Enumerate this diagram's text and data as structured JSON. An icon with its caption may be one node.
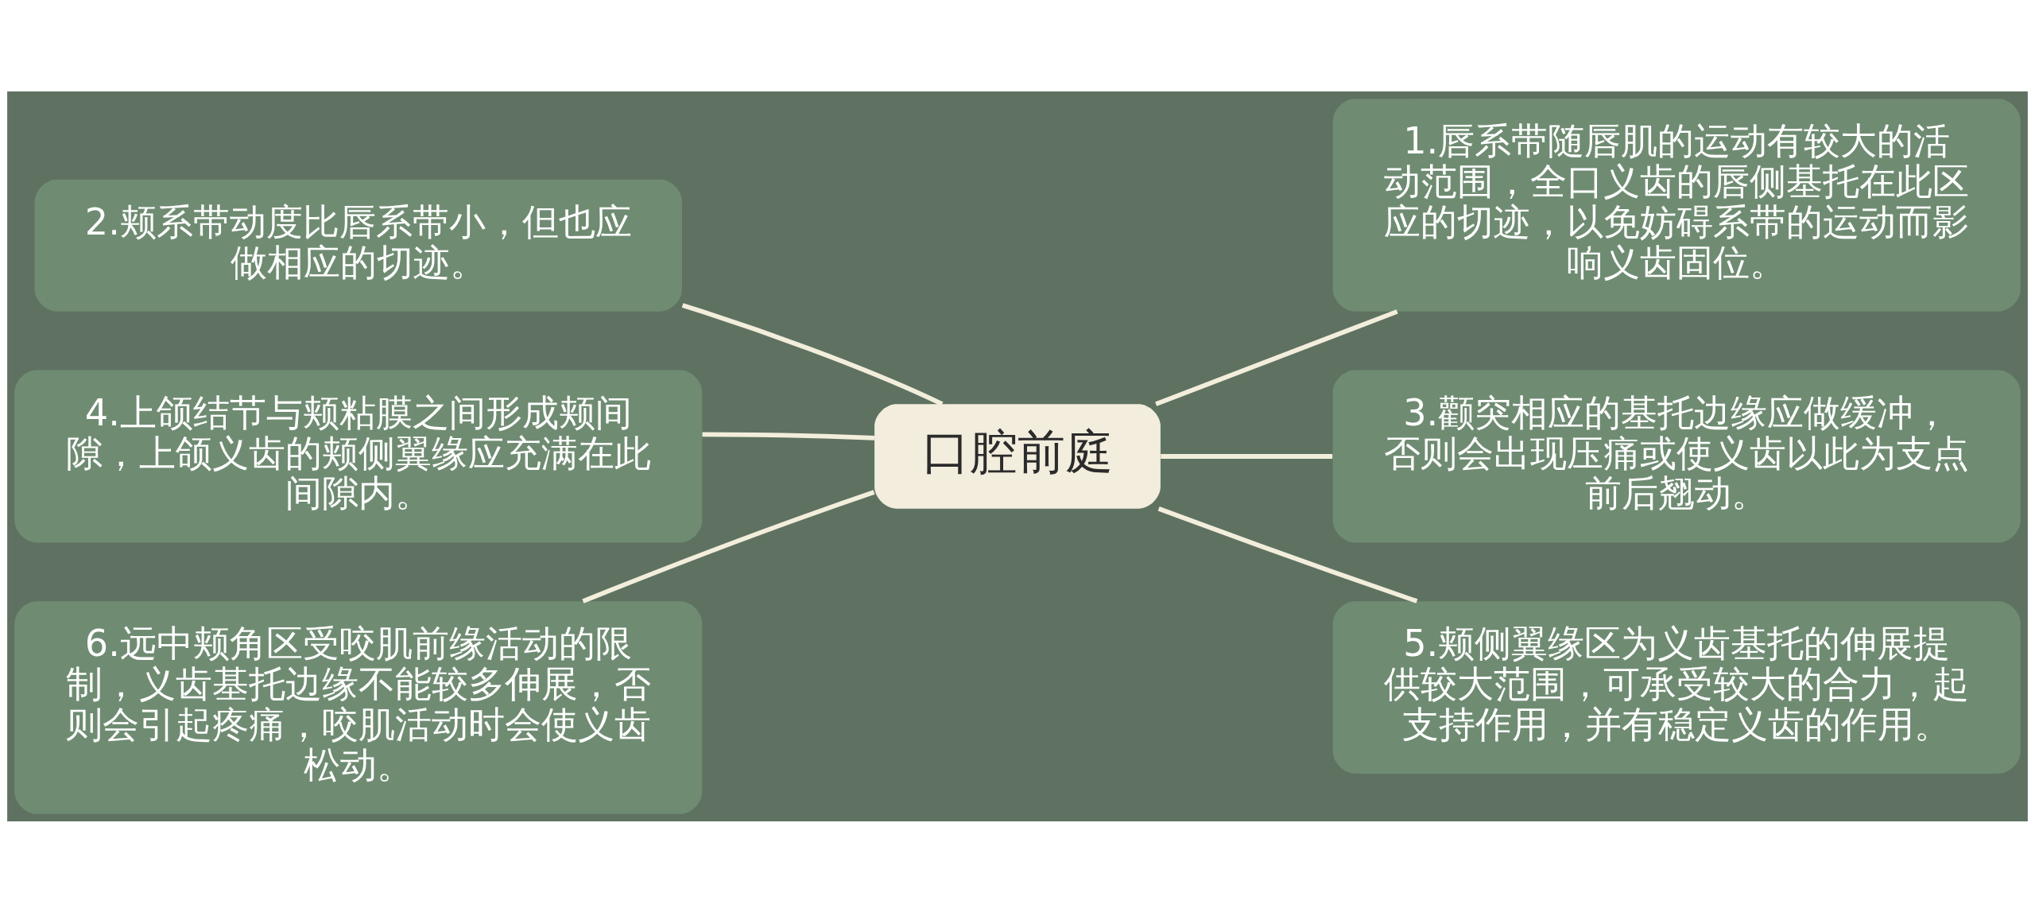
{
  "diagram": {
    "nodes": [
      {
        "text": [
          "口腔前庭"
        ]
      },
      {
        "text": [
          "1.唇系带随唇肌的运动有较大的活动范围，全口义齿的唇侧基托在此区应的切迹，以免妨碍系带的运动而影响义齿固位。"
        ]
      },
      {
        "text": [
          "2.颊系带动度比唇系带小，但也应做相应的切迹。"
        ]
      },
      {
        "text": [
          "3.颧突相应的基托边缘应做缓冲，否则会出现压痛或使义齿以此为支点前后翘动。"
        ]
      },
      {
        "text": [
          "4.上颌结节与颊粘膜之间形成颊间隙，上颌义齿的颊侧翼缘应充满在此间隙内。"
        ]
      },
      {
        "text": [
          "5.颊侧翼缘区为义齿基托的伸展提供较大范围，可承受较大的合力，起支持作用，并有稳定义齿的作用。"
        ]
      },
      {
        "text": [
          "6.远中颊角区受咬肌前缘活动的限制，义齿基托边缘不能较多伸展，否则会引起疼痛，咬肌活动时会使义齿松动。"
        ]
      }
    ],
    "edges": [
      {
        "from": 0,
        "to": 1,
        "arrow": "none"
      },
      {
        "from": 0,
        "to": 2,
        "arrow": "none"
      },
      {
        "from": 0,
        "to": 3,
        "arrow": "none"
      },
      {
        "from": 0,
        "to": 4,
        "arrow": "none"
      },
      {
        "from": 0,
        "to": 5,
        "arrow": "none"
      },
      {
        "from": 0,
        "to": 6,
        "arrow": "none"
      }
    ]
  }
}
